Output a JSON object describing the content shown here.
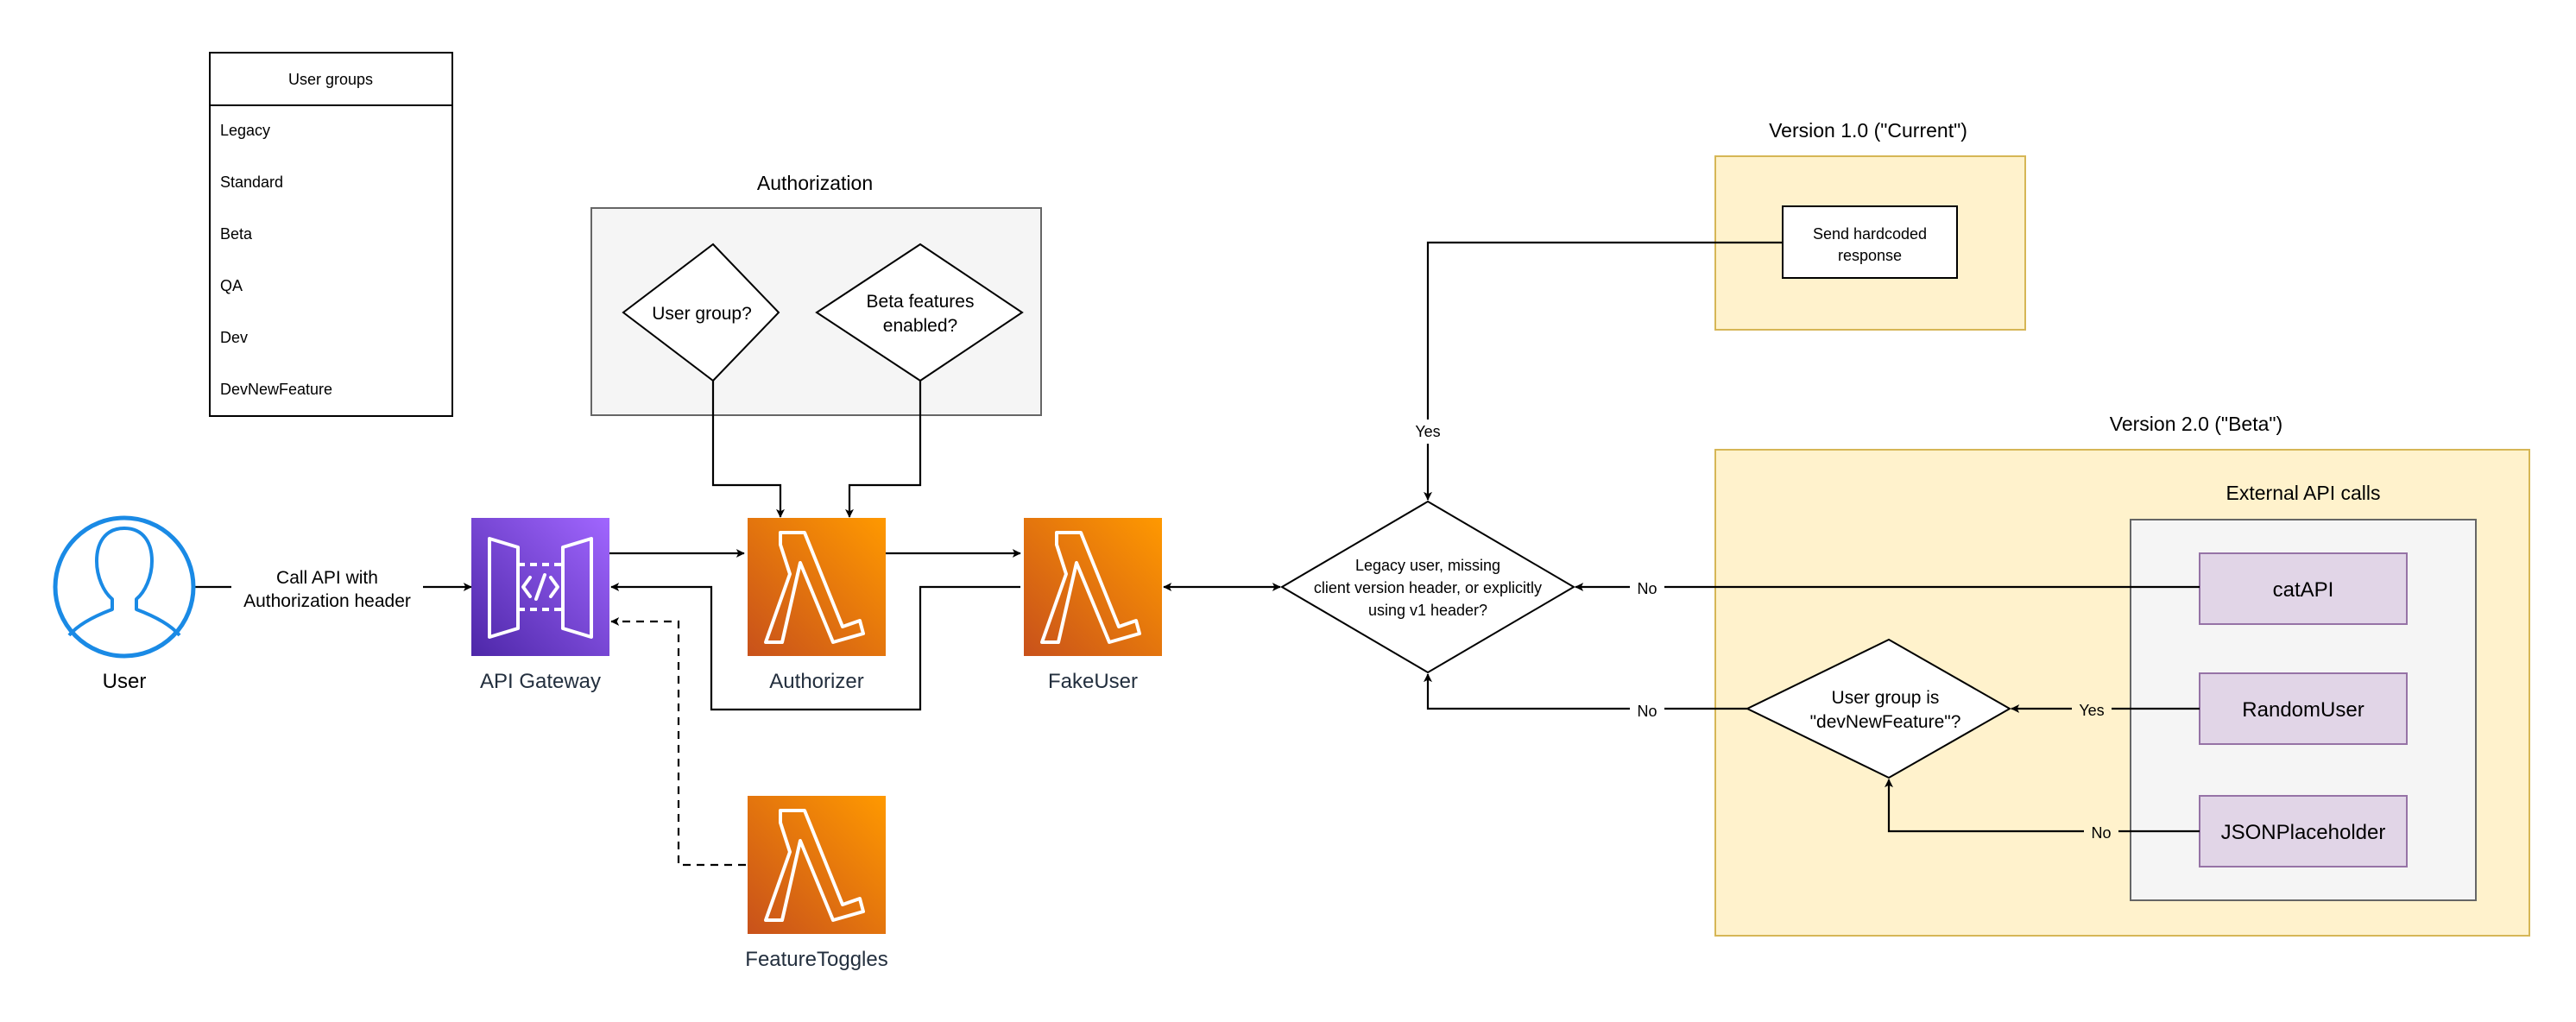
{
  "legend": {
    "title": "User groups",
    "items": [
      "Legacy",
      "Standard",
      "Beta",
      "QA",
      "Dev",
      "DevNewFeature"
    ]
  },
  "authorization": {
    "title": "Authorization",
    "decision_user_group": "User group?",
    "decision_beta": [
      "Beta features",
      "enabled?"
    ]
  },
  "nodes": {
    "user": "User",
    "api_gateway": "API Gateway",
    "authorizer": "Authorizer",
    "fake_user": "FakeUser",
    "feature_toggles": "FeatureToggles"
  },
  "edges": {
    "call_api": [
      "Call API with",
      "Authorization header"
    ],
    "yes": "Yes",
    "no": "No"
  },
  "decisions": {
    "legacy": [
      "Legacy user, missing",
      "client version header, or explicitly",
      "using v1 header?"
    ],
    "dev_new_feature": [
      "User group is",
      "\"devNewFeature\"?"
    ]
  },
  "version1": {
    "title": "Version 1.0 (\"Current\")",
    "action": [
      "Send hardcoded",
      "response"
    ]
  },
  "version2": {
    "title": "Version 2.0 (\"Beta\")",
    "external_title": "External API calls",
    "apis": [
      "catAPI",
      "RandomUser",
      "JSONPlaceholder"
    ]
  },
  "colors": {
    "aws_lambda": "#ed7100",
    "aws_lambda_light": "#f78e04",
    "api_gateway": "#7b3fe4",
    "api_gateway_dark": "#5a30b5",
    "user_icon": "#1a8ae5",
    "gray_container": "#f5f5f5",
    "yellow_container": "#fff2cc",
    "yellow_border": "#d6b656",
    "purple_box": "#e1d5e7",
    "purple_border": "#9673a6"
  }
}
